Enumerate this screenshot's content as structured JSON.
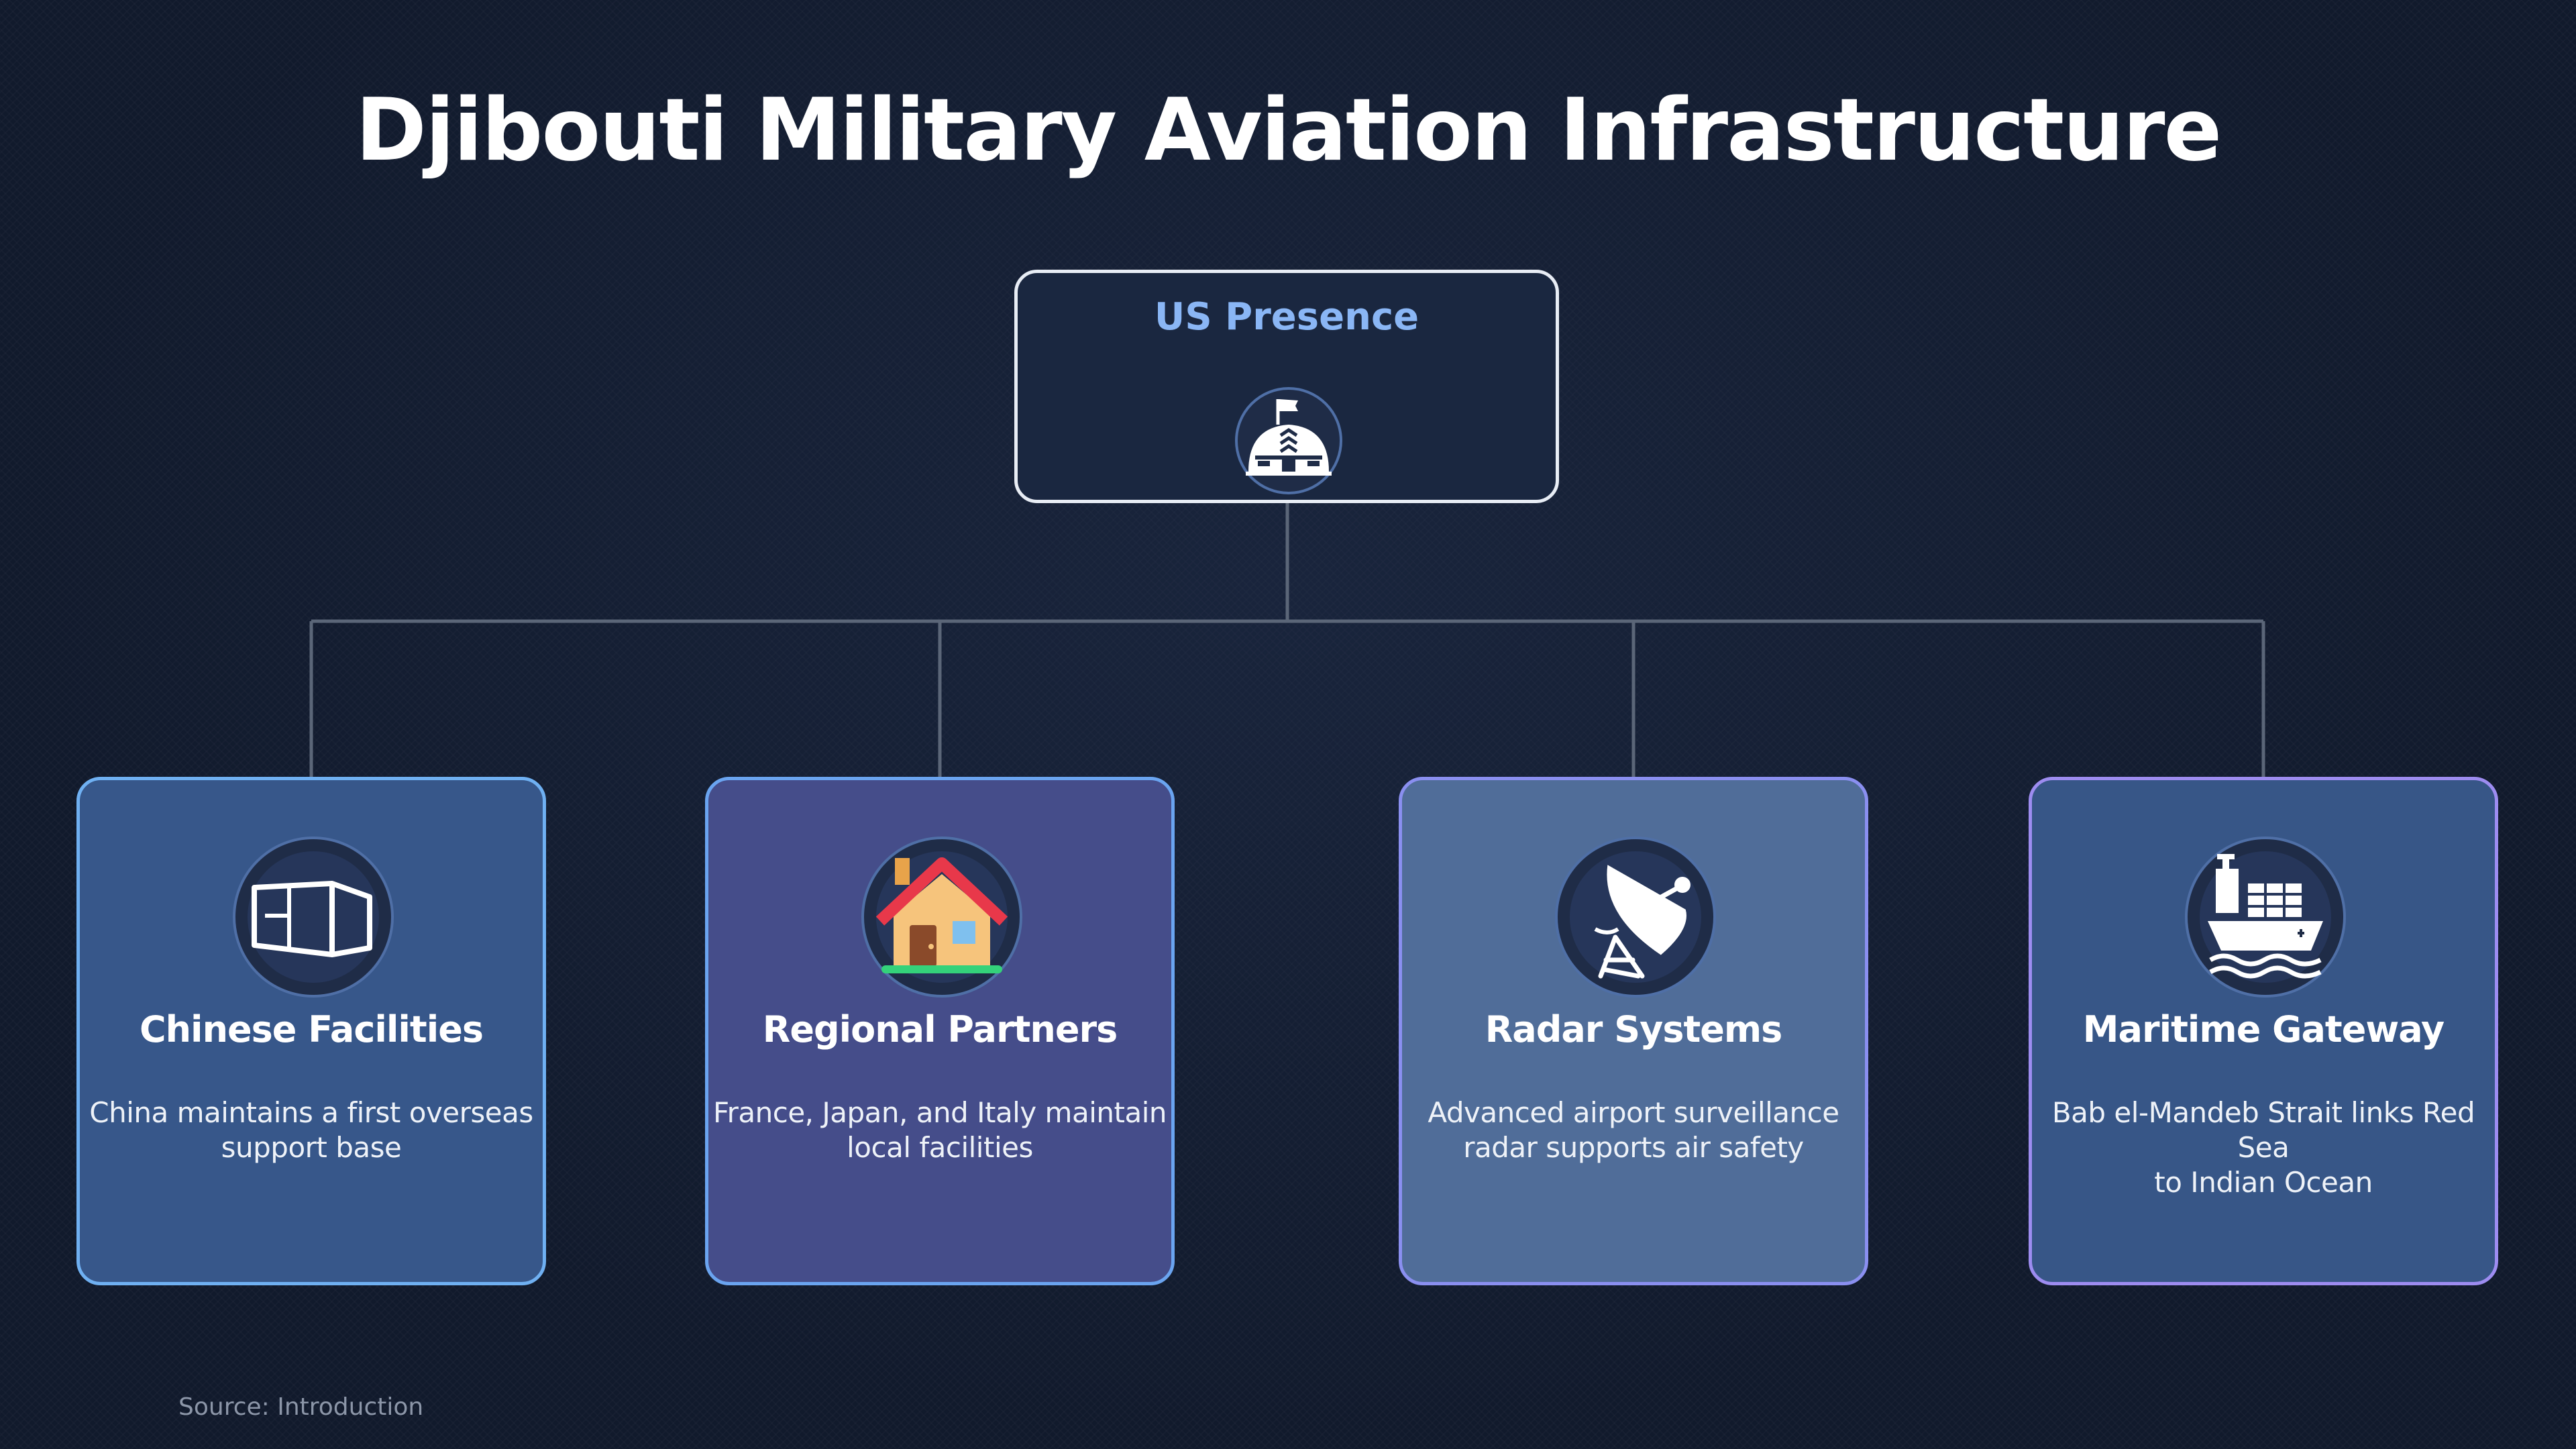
{
  "title": "Djibouti Military Aviation Infrastructure",
  "root": {
    "title": "US Presence",
    "icon": "military-base-icon"
  },
  "cards": [
    {
      "title": "Chinese Facilities",
      "description_lines": [
        "China maintains a first overseas",
        "support base"
      ],
      "icon": "shipping-container-icon"
    },
    {
      "title": "Regional Partners",
      "description_lines": [
        "France, Japan, and Italy maintain",
        "local facilities"
      ],
      "icon": "house-icon"
    },
    {
      "title": "Radar Systems",
      "description_lines": [
        "Advanced airport surveillance",
        "radar supports air safety"
      ],
      "icon": "satellite-dish-icon"
    },
    {
      "title": "Maritime Gateway",
      "description_lines": [
        "Bab el-Mandeb Strait links Red Sea",
        "to Indian Ocean"
      ],
      "icon": "cargo-ship-icon"
    }
  ],
  "source": "Source: Introduction",
  "colors": {
    "background": "#111a2c",
    "root_title": "#8ab6f5",
    "root_box": "#1a2740",
    "connector": "#5b6678"
  }
}
